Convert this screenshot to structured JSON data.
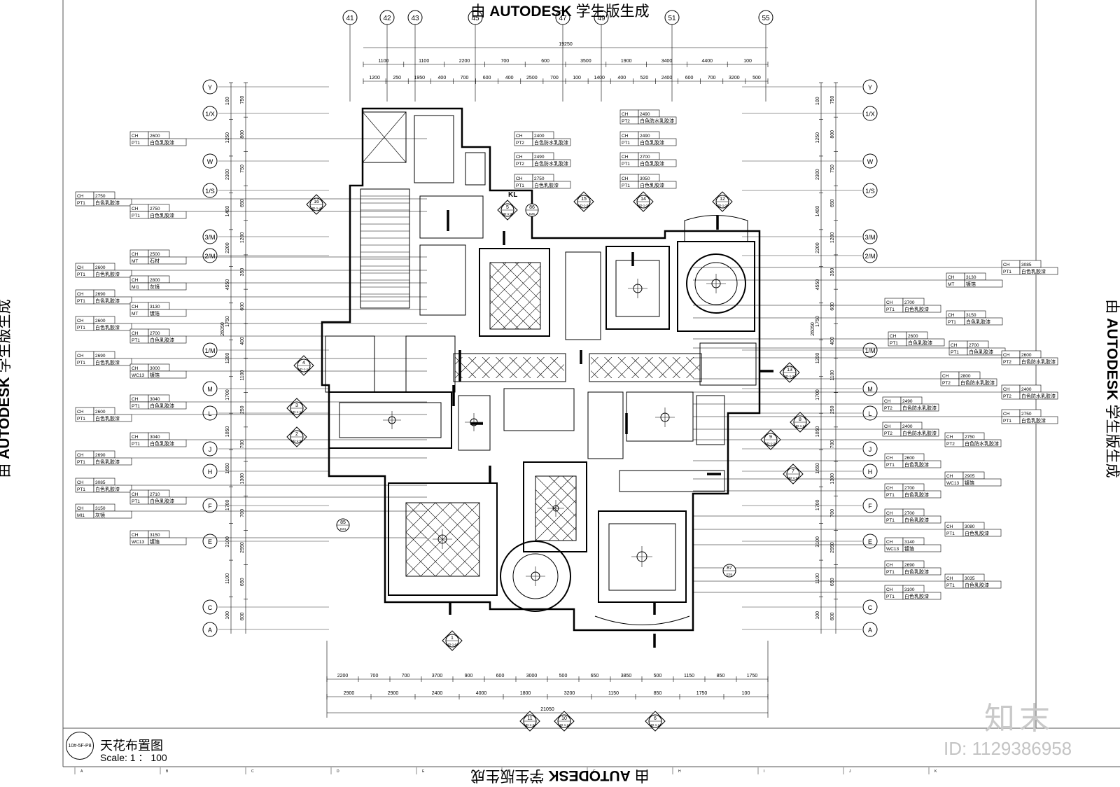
{
  "watermark": {
    "prefix": "由",
    "brand": "AUTODESK",
    "suffix": "学生版生成"
  },
  "title_block": {
    "title": "天花布置图",
    "scale": "Scale: 1 ： 100",
    "badge": "10#-5F-P8"
  },
  "site": {
    "logo": "知末",
    "id": "ID: 1129386958"
  },
  "axes": {
    "top": [
      "41",
      "42",
      "43",
      "45",
      "47",
      "49",
      "51",
      "55"
    ],
    "side": [
      "Y",
      "1/X",
      "W",
      "1/S",
      "3/M",
      "2/M",
      "1/M",
      "M",
      "L",
      "J",
      "H",
      "F",
      "E",
      "C",
      "A"
    ]
  },
  "dims": {
    "top_total": "19250",
    "top_row1": [
      "1100",
      "1100",
      "2200",
      "700",
      "600",
      "3500",
      "1900",
      "3400",
      "4400",
      "100"
    ],
    "top_row2": [
      "1200",
      "250",
      "1950",
      "400",
      "700",
      "600",
      "400",
      "2500",
      "700",
      "100",
      "1400",
      "400",
      "520",
      "2400",
      "600",
      "700",
      "3200",
      "500"
    ],
    "bottom_row1": [
      "2200",
      "700",
      "700",
      "3700",
      "900",
      "600",
      "3000",
      "500",
      "650",
      "3850",
      "500",
      "1150",
      "850",
      "1750"
    ],
    "bottom_row2": [
      "2900",
      "2900",
      "2400",
      "4000",
      "1800",
      "3200",
      "1150",
      "850",
      "1750",
      "100"
    ],
    "bottom_total": "21050",
    "side_total": "26050",
    "left_col": [
      "100",
      "1250",
      "2300",
      "1400",
      "2200",
      "4550",
      "1750",
      "1200",
      "1700",
      "1050",
      "1650",
      "1700",
      "3100",
      "1100",
      "100"
    ],
    "left_col2": [
      "750",
      "800",
      "750",
      "650",
      "1200",
      "350",
      "600",
      "400",
      "1100",
      "250",
      "700",
      "1300",
      "700",
      "2950",
      "650",
      "600"
    ]
  },
  "labels_left": [
    {
      "ch": "CH 2600",
      "mat": "PT1 白色乳胶漆"
    },
    {
      "ch": "CH 2750",
      "mat": "PT1 白色乳胶漆"
    },
    {
      "ch": "CH 2750",
      "mat": "PT1 白色乳胶漆"
    },
    {
      "ch": "CH 2500",
      "mat": "MT 石材"
    },
    {
      "ch": "CH 2600",
      "mat": "PT1 白色乳胶漆"
    },
    {
      "ch": "CH 2800",
      "mat": "MI1 灰镜"
    },
    {
      "ch": "CH 2690",
      "mat": "PT1 白色乳胶漆"
    },
    {
      "ch": "CH 3130",
      "mat": "MT 镀箔"
    },
    {
      "ch": "CH 2600",
      "mat": "PT1 白色乳胶漆"
    },
    {
      "ch": "CH 2700",
      "mat": "PT1 白色乳胶漆"
    },
    {
      "ch": "CH 2690",
      "mat": "PT1 白色乳胶漆"
    },
    {
      "ch": "CH 3000",
      "mat": "WC13 镀箔"
    },
    {
      "ch": "CH 3040",
      "mat": "PT1 白色乳胶漆"
    },
    {
      "ch": "CH 2600",
      "mat": "PT1 白色乳胶漆"
    },
    {
      "ch": "CH 3040",
      "mat": "PT1 白色乳胶漆"
    },
    {
      "ch": "CH 2690",
      "mat": "PT1 白色乳胶漆"
    },
    {
      "ch": "CH 3085",
      "mat": "PT1 白色乳胶漆"
    },
    {
      "ch": "CH 2710",
      "mat": "PT1 白色乳胶漆"
    },
    {
      "ch": "CH 3150",
      "mat": "MI1 灰镜"
    },
    {
      "ch": "CH 3150",
      "mat": "WC13 镀箔"
    }
  ],
  "labels_top": [
    {
      "ch": "CH 2490",
      "mat": "PT2 白色防水乳胶漆"
    },
    {
      "ch": "CH 2400",
      "mat": "PT2 白色防水乳胶漆"
    },
    {
      "ch": "CH 2490",
      "mat": "PT1 白色乳胶漆"
    },
    {
      "ch": "CH 2490",
      "mat": "PT2 白色防水乳胶漆"
    },
    {
      "ch": "CH 2700",
      "mat": "PT1 白色乳胶漆"
    },
    {
      "ch": "CH 2750",
      "mat": "PT1 白色乳胶漆"
    },
    {
      "ch": "CH 3050",
      "mat": "PT1 白色乳胶漆"
    }
  ],
  "labels_right": [
    {
      "ch": "CH 3085",
      "mat": "PT1 白色乳胶漆"
    },
    {
      "ch": "CH 3130",
      "mat": "MT 镀箔"
    },
    {
      "ch": "CH 2700",
      "mat": "PT1 白色乳胶漆"
    },
    {
      "ch": "CH 3150",
      "mat": "PT1 白色乳胶漆"
    },
    {
      "ch": "CH 2600",
      "mat": "PT1 白色乳胶漆"
    },
    {
      "ch": "CH 2700",
      "mat": "PT1 白色乳胶漆"
    },
    {
      "ch": "CH 2600",
      "mat": "PT2 白色防水乳胶漆"
    },
    {
      "ch": "CH 2800",
      "mat": "PT2 白色防水乳胶漆"
    },
    {
      "ch": "CH 2400",
      "mat": "PT2 白色防水乳胶漆"
    },
    {
      "ch": "CH 2490",
      "mat": "PT2 白色防水乳胶漆"
    },
    {
      "ch": "CH 2750",
      "mat": "PT1 白色乳胶漆"
    },
    {
      "ch": "CH 2400",
      "mat": "PT2 白色防水乳胶漆"
    },
    {
      "ch": "CH 2750",
      "mat": "PT2 白色防水乳胶漆"
    },
    {
      "ch": "CH 2600",
      "mat": "PT1 白色乳胶漆"
    },
    {
      "ch": "CH 2905",
      "mat": "WC13 镀箔"
    },
    {
      "ch": "CH 2700",
      "mat": "PT1 白色乳胶漆"
    },
    {
      "ch": "CH 2700",
      "mat": "PT1 白色乳胶漆"
    },
    {
      "ch": "CH 3080",
      "mat": "PT1 白色乳胶漆"
    },
    {
      "ch": "CH 3140",
      "mat": "WC13 镀箔"
    },
    {
      "ch": "CH 2690",
      "mat": "PT1 白色乳胶漆"
    },
    {
      "ch": "CH 3035",
      "mat": "PT1 白色乳胶漆"
    },
    {
      "ch": "CH 3100",
      "mat": "PT1 白色乳胶漆"
    }
  ],
  "section_marks": [
    {
      "num": "16",
      "ref": "ID-1-4"
    },
    {
      "num": "5",
      "ref": "ID-1-3"
    },
    {
      "num": "86",
      "ref": "E25"
    },
    {
      "num": "15",
      "ref": "ID-1-3"
    },
    {
      "num": "14",
      "ref": "ID-1-3"
    },
    {
      "num": "12",
      "ref": "ID-1-3"
    },
    {
      "num": "4",
      "ref": "ID-1-1"
    },
    {
      "num": "3",
      "ref": "ID-1-1"
    },
    {
      "num": "2",
      "ref": "ID-1-0"
    },
    {
      "num": "13",
      "ref": "ID-1-3"
    },
    {
      "num": "8",
      "ref": "ID-1-2"
    },
    {
      "num": "9",
      "ref": "ID-1-2"
    },
    {
      "num": "7",
      "ref": "ID-1-0"
    },
    {
      "num": "85",
      "ref": "E24"
    },
    {
      "num": "87",
      "ref": "E26"
    },
    {
      "num": "1",
      "ref": "ID-1-0"
    },
    {
      "num": "11",
      "ref": "ID-1-2"
    },
    {
      "num": "10",
      "ref": "ID-1-2"
    },
    {
      "num": "6",
      "ref": "ID-1-1"
    }
  ],
  "misc": {
    "kl": "KL",
    "grid_letters": [
      "A",
      "B",
      "C",
      "D",
      "E",
      "F",
      "G",
      "H",
      "I",
      "J",
      "K"
    ]
  }
}
